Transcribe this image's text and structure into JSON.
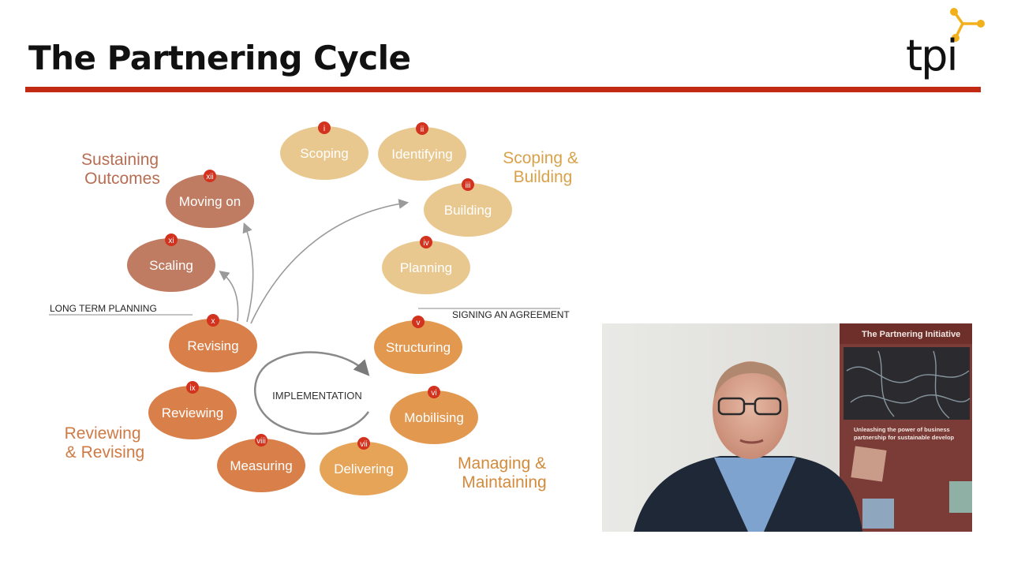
{
  "header": {
    "title": "The Partnering Cycle",
    "logo_text": "tpi"
  },
  "cycle": {
    "phases": [
      {
        "label_lines": [
          "Scoping &",
          "Building"
        ],
        "color": "#d8a24a"
      },
      {
        "label_lines": [
          "Managing &",
          "Maintaining"
        ],
        "color": "#d38a3a"
      },
      {
        "label_lines": [
          "Reviewing",
          "& Revising"
        ],
        "color": "#cf7a45"
      },
      {
        "label_lines": [
          "Sustaining",
          "Outcomes"
        ],
        "color": "#b86d52"
      }
    ],
    "stages": [
      {
        "numeral": "i",
        "label": "Scoping",
        "color": "#e8c88e"
      },
      {
        "numeral": "ii",
        "label": "Identifying",
        "color": "#e8c88e"
      },
      {
        "numeral": "iii",
        "label": "Building",
        "color": "#e8c88e"
      },
      {
        "numeral": "iv",
        "label": "Planning",
        "color": "#e8c88e"
      },
      {
        "numeral": "v",
        "label": "Structuring",
        "color": "#e3984f"
      },
      {
        "numeral": "vi",
        "label": "Mobilising",
        "color": "#e3984f"
      },
      {
        "numeral": "vii",
        "label": "Delivering",
        "color": "#e6a458"
      },
      {
        "numeral": "viii",
        "label": "Measuring",
        "color": "#d9804a"
      },
      {
        "numeral": "ix",
        "label": "Reviewing",
        "color": "#d9804a"
      },
      {
        "numeral": "x",
        "label": "Revising",
        "color": "#d9804a"
      },
      {
        "numeral": "xi",
        "label": "Scaling",
        "color": "#c07c62"
      },
      {
        "numeral": "xii",
        "label": "Moving on",
        "color": "#c07c62"
      }
    ],
    "center_label": "IMPLEMENTATION",
    "long_term_label": "LONG TERM PLANNING",
    "agreement_label": "SIGNING AN AGREEMENT",
    "badge_color": "#d2321e"
  },
  "video": {
    "banner_title": "The Partnering Initiative",
    "banner_subtitle_lines": [
      "Unleashing the power of business",
      "partnership for sustainable develop"
    ]
  }
}
